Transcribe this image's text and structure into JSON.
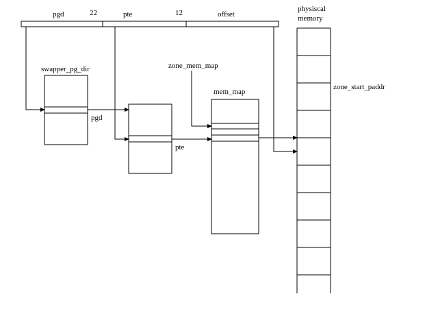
{
  "address": {
    "pgd_label": "pgd",
    "pgd_shift": "22",
    "pte_label": "pte",
    "pte_shift": "12",
    "offset_label": "offset"
  },
  "swapper_pg_dir": {
    "title": "swapper_pg_dir",
    "entry_label": "pgd"
  },
  "page_table": {
    "entry_label": "pte"
  },
  "mem_map": {
    "title": "mem_map",
    "pointer_label": "zone_mem_map"
  },
  "physical_memory": {
    "title_line1": "physiscal",
    "title_line2": "memory",
    "start_label": "zone_start_paddr"
  }
}
